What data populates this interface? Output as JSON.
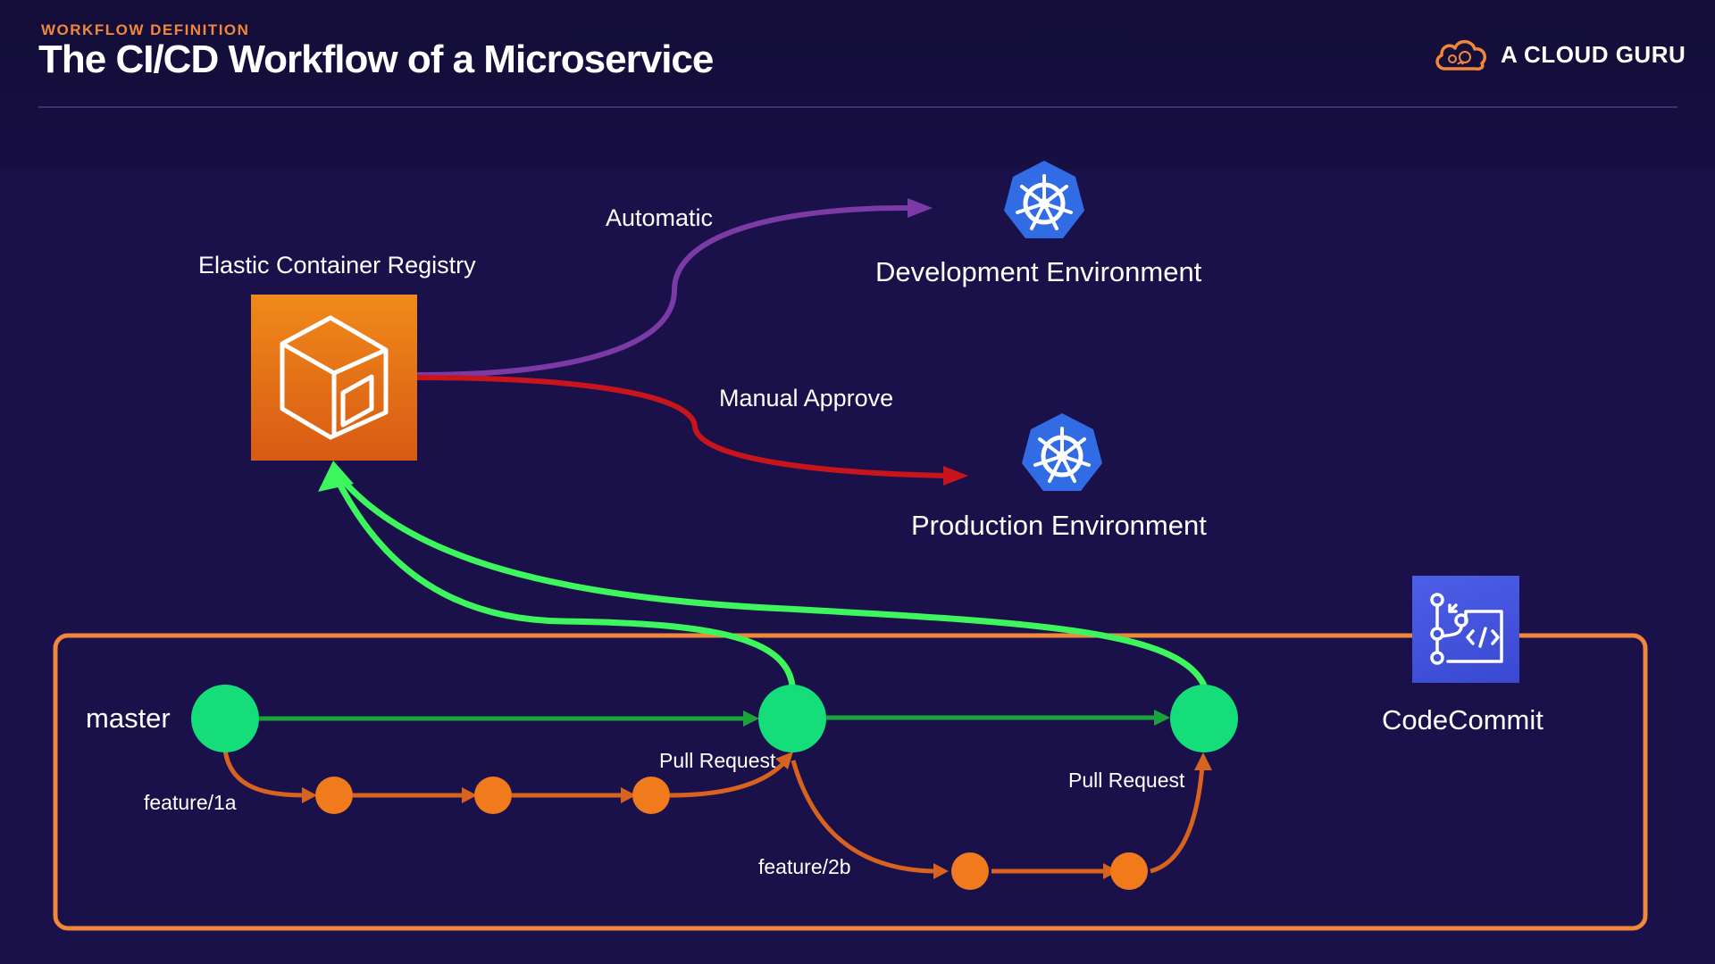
{
  "header": {
    "eyebrow": "WORKFLOW DEFINITION",
    "title": "The CI/CD Workflow of a Microservice",
    "brand": "A CLOUD GURU"
  },
  "nodes": {
    "ecr": {
      "label": "Elastic Container Registry"
    },
    "dev": {
      "label": "Development Environment"
    },
    "prod": {
      "label": "Production Environment"
    },
    "codecommit": {
      "label": "CodeCommit"
    }
  },
  "flows": {
    "automatic": "Automatic",
    "manual": "Manual Approve"
  },
  "git": {
    "master": "master",
    "feature_1a": "feature/1a",
    "feature_2b": "feature/2b",
    "pull_request_1": "Pull Request",
    "pull_request_2": "Pull Request"
  },
  "icons": {
    "brand": "cloud-logo-icon",
    "ecr": "container-registry-icon",
    "kubernetes": "kubernetes-icon",
    "codecommit": "codecommit-icon"
  },
  "colors": {
    "background": "#1a114b",
    "accent_orange": "#f0873a",
    "ecr_orange": "#e8700f",
    "automatic_purple": "#7b3aa6",
    "manual_red": "#c8151c",
    "build_green": "#3df55d",
    "commit_green": "#14dd7a",
    "branch_orange": "#f07a1c",
    "kubernetes_blue": "#326ce5",
    "codecommit_blue": "#4355df"
  }
}
